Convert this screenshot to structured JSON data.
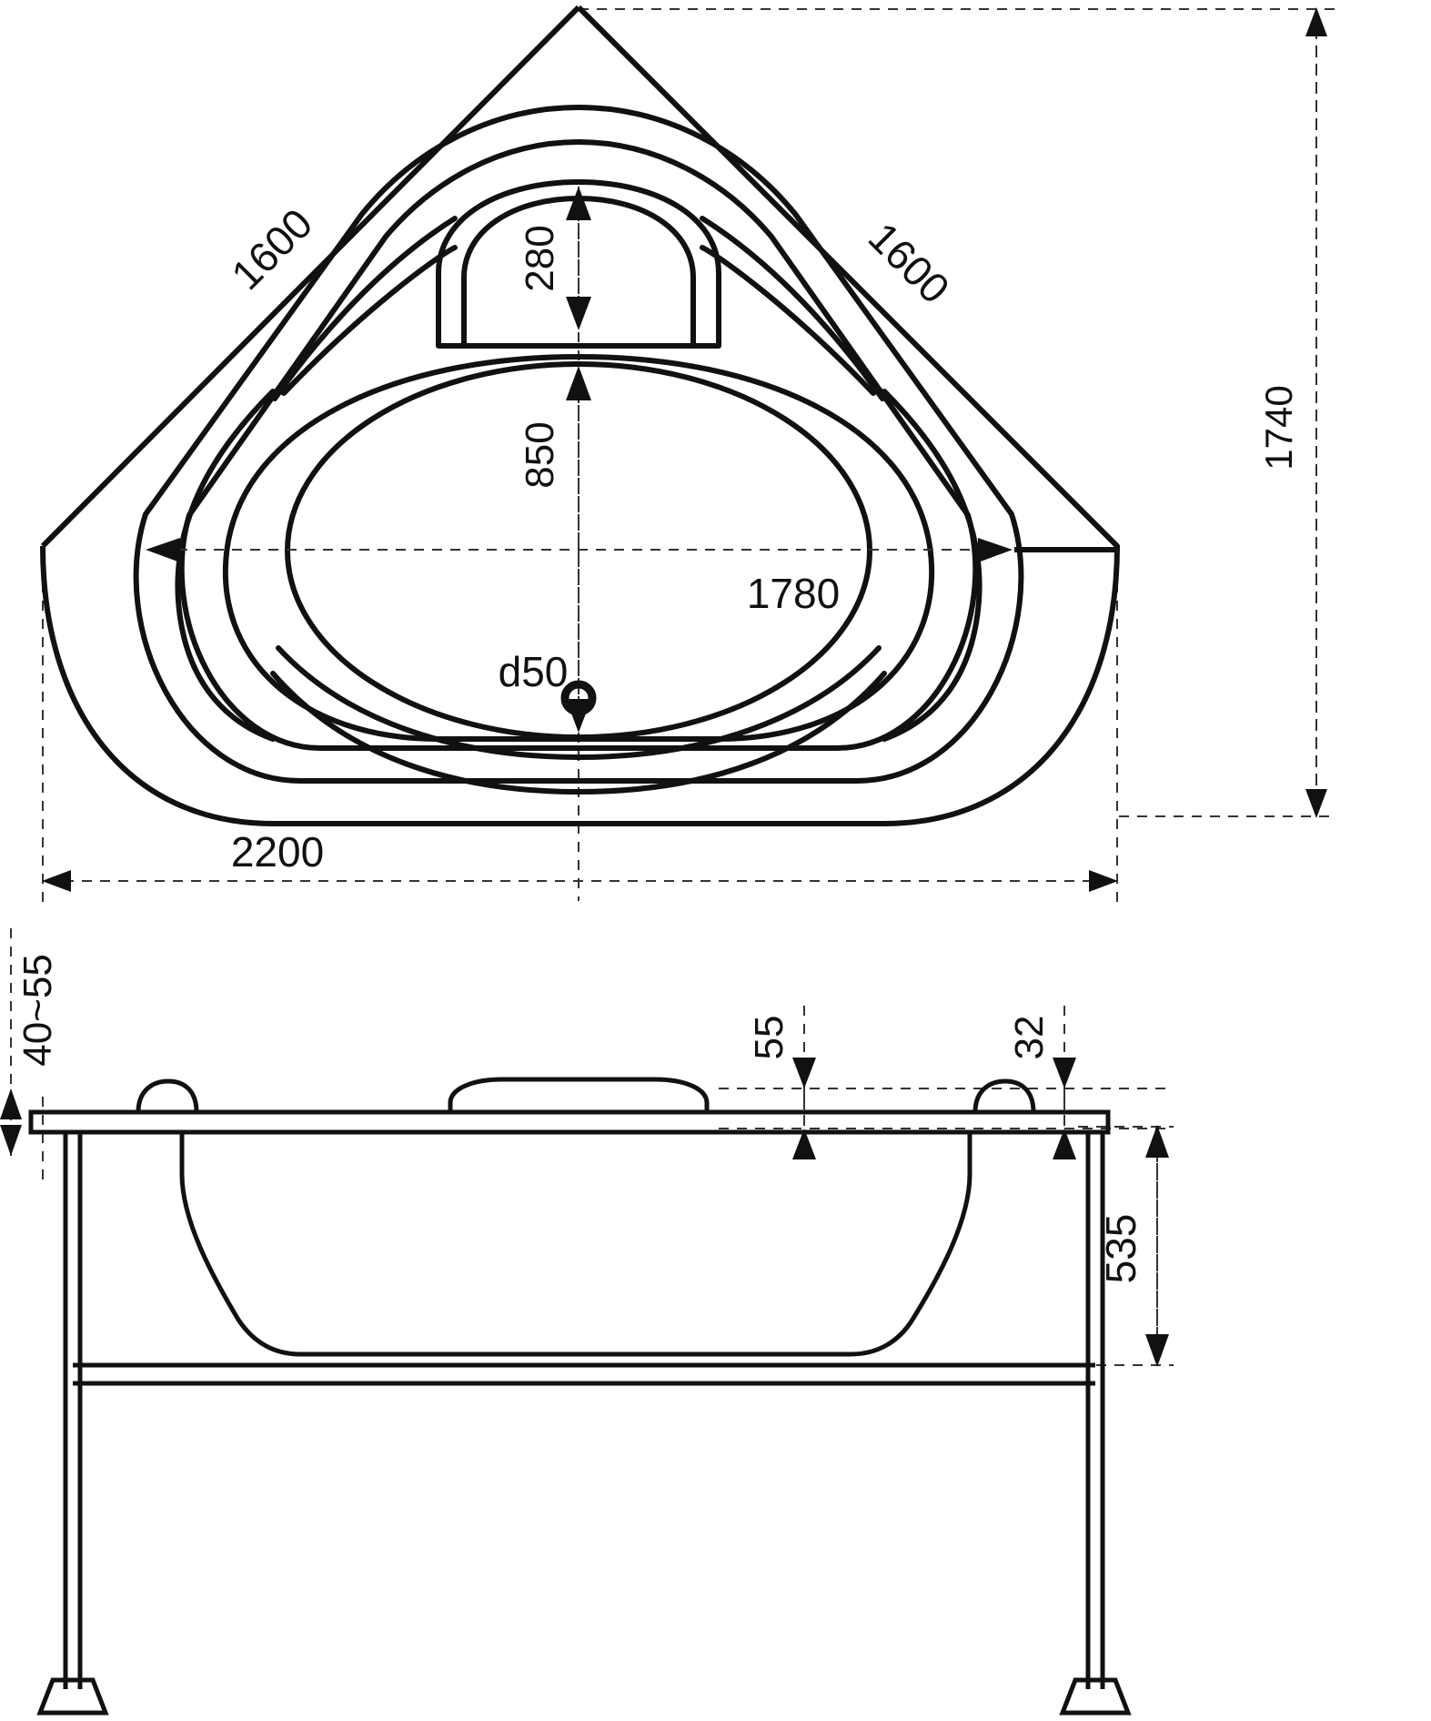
{
  "drawing": {
    "title": "Corner Bathtub Technical Drawing",
    "type": "engineering-dimension-drawing",
    "units": "mm",
    "line_color": "#111111",
    "dimension_line_color": "#333333",
    "background": "#ffffff"
  },
  "top_view": {
    "name": "plan-view",
    "dimensions": {
      "side_left": "1600",
      "side_right": "1600",
      "height_right": "1740",
      "headrest_depth": "280",
      "center_depth": "850",
      "inner_width": "1780",
      "overall_width": "2200",
      "drain": "d50"
    }
  },
  "front_view": {
    "name": "front-elevation-view",
    "dimensions": {
      "foot_adjust": "40~55",
      "rim_left_offset": "55",
      "rim_right_offset": "32",
      "body_height": "535"
    }
  },
  "chart_data": {
    "type": "table",
    "title": "Corner Bathtub Dimensions (mm)",
    "categories": [
      "side_left",
      "side_right",
      "height_right",
      "headrest_depth",
      "center_depth",
      "inner_width",
      "overall_width",
      "drain",
      "foot_adjust",
      "rim_left_offset",
      "rim_right_offset",
      "body_height"
    ],
    "values": [
      "1600",
      "1600",
      "1740",
      "280",
      "850",
      "1780",
      "2200",
      "d50",
      "40~55",
      "55",
      "32",
      "535"
    ]
  }
}
